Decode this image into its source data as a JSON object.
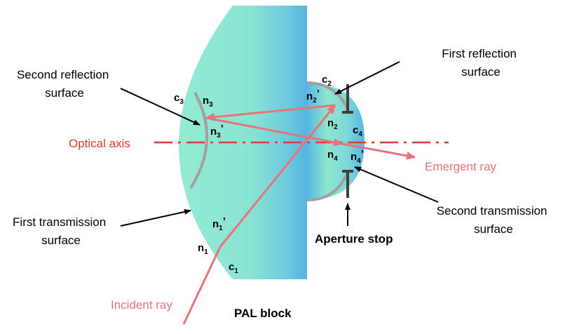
{
  "labels": {
    "second_reflection_line1": "Second reflection",
    "second_reflection_line2": "surface",
    "first_reflection_line1": "First reflection",
    "first_reflection_line2": "surface",
    "first_transmission_line1": "First transmission",
    "first_transmission_line2": "surface",
    "second_transmission_line1": "Second transmission",
    "second_transmission_line2": "surface",
    "optical_axis": "Optical axis",
    "emergent_ray": "Emergent ray",
    "incident_ray": "Incident ray",
    "aperture_stop": "Aperture stop",
    "pal_block": "PAL block"
  },
  "symbols": {
    "c1": {
      "base": "c",
      "sub": "1",
      "prime": ""
    },
    "c2": {
      "base": "c",
      "sub": "2",
      "prime": ""
    },
    "c3": {
      "base": "c",
      "sub": "3",
      "prime": ""
    },
    "c4": {
      "base": "c",
      "sub": "4",
      "prime": ""
    },
    "n1": {
      "base": "n",
      "sub": "1",
      "prime": ""
    },
    "n1p": {
      "base": "n",
      "sub": "1",
      "prime": "’"
    },
    "n2": {
      "base": "n",
      "sub": "2",
      "prime": ""
    },
    "n2p": {
      "base": "n",
      "sub": "2",
      "prime": "’"
    },
    "n3": {
      "base": "n",
      "sub": "3",
      "prime": ""
    },
    "n3p": {
      "base": "n",
      "sub": "3",
      "prime": "’"
    },
    "n4": {
      "base": "n",
      "sub": "4",
      "prime": ""
    },
    "n4p": {
      "base": "n",
      "sub": "4",
      "prime": "’"
    }
  },
  "colors": {
    "ray": "#e8737a",
    "optical_axis": "#e23a2f",
    "surface": "#a0a0a0",
    "stop": "#404040",
    "block_left": "#8fe9cf",
    "block_right": "#5ab6e0"
  }
}
